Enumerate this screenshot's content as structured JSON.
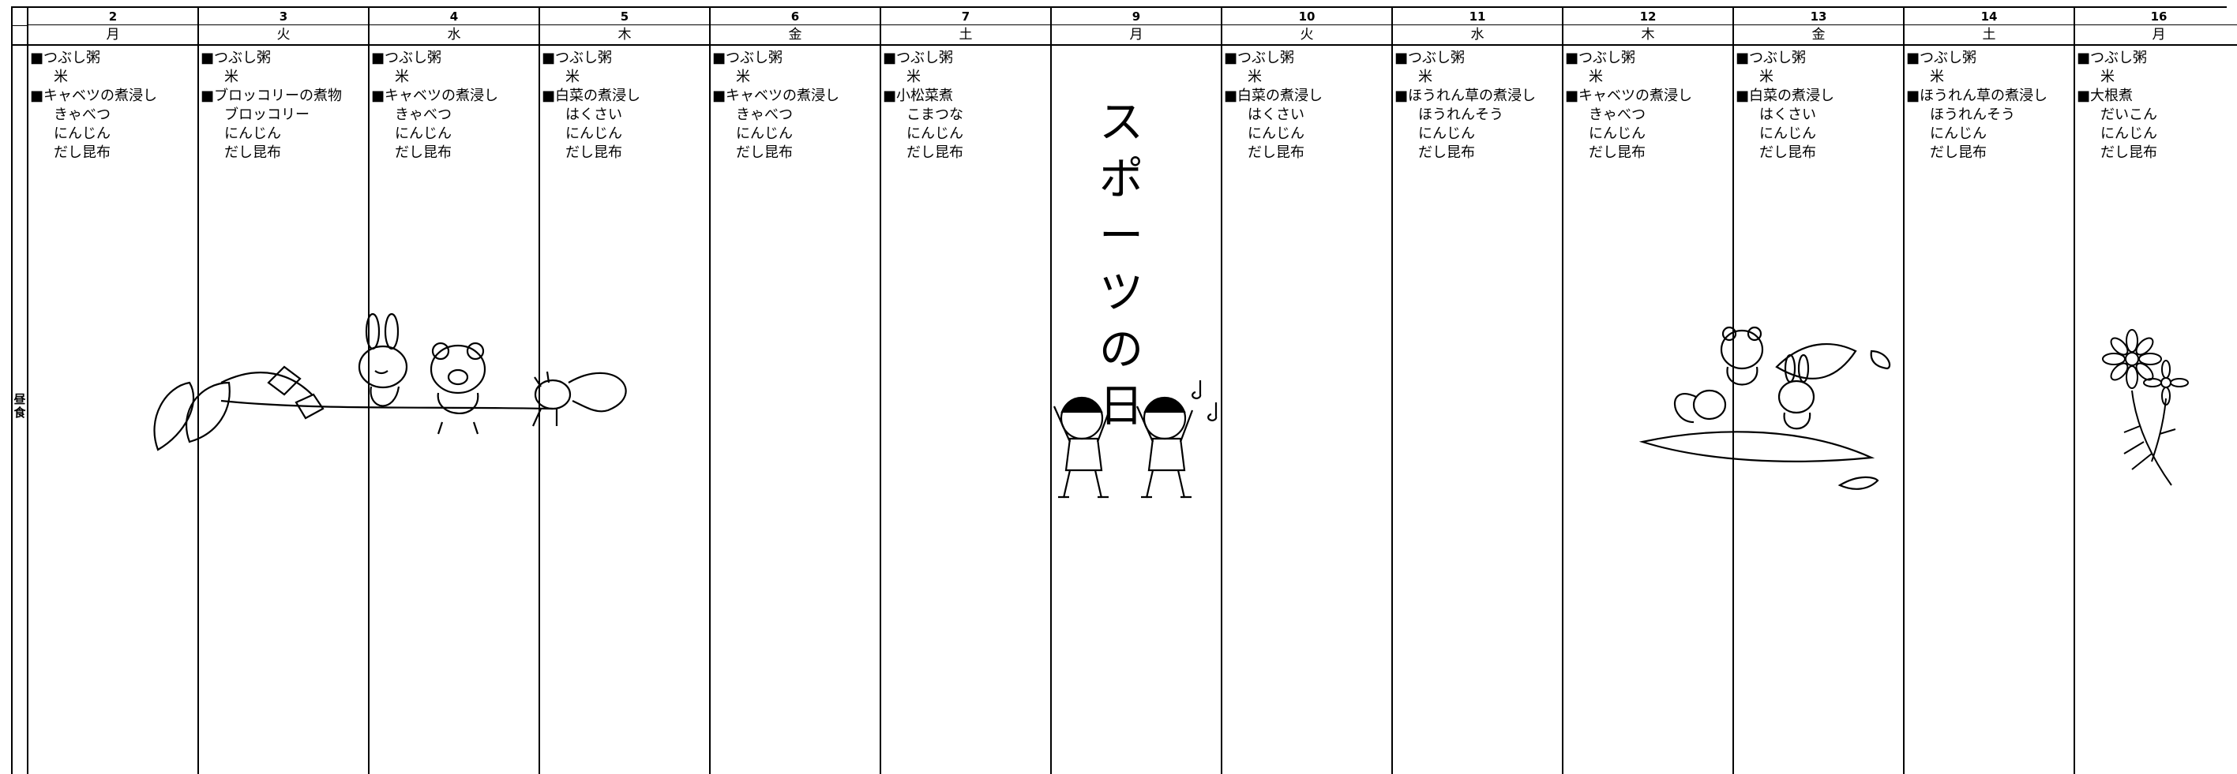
{
  "meal_label": "昼食",
  "holiday_label_chars": [
    "ス",
    "ポ",
    "ー",
    "ツ",
    "の",
    "日"
  ],
  "days": [
    {
      "date": "2",
      "weekday": "月",
      "items": [
        {
          "dish": "■つぶし粥",
          "ingredients": [
            "米"
          ]
        },
        {
          "dish": "■キャベツの煮浸し",
          "ingredients": [
            "きゃべつ",
            "にんじん",
            "だし昆布"
          ]
        }
      ]
    },
    {
      "date": "3",
      "weekday": "火",
      "items": [
        {
          "dish": "■つぶし粥",
          "ingredients": [
            "米"
          ]
        },
        {
          "dish": "■ブロッコリーの煮物",
          "ingredients": [
            "ブロッコリー",
            "にんじん",
            "だし昆布"
          ]
        }
      ]
    },
    {
      "date": "4",
      "weekday": "水",
      "items": [
        {
          "dish": "■つぶし粥",
          "ingredients": [
            "米"
          ]
        },
        {
          "dish": "■キャベツの煮浸し",
          "ingredients": [
            "きゃべつ",
            "にんじん",
            "だし昆布"
          ]
        }
      ]
    },
    {
      "date": "5",
      "weekday": "木",
      "items": [
        {
          "dish": "■つぶし粥",
          "ingredients": [
            "米"
          ]
        },
        {
          "dish": "■白菜の煮浸し",
          "ingredients": [
            "はくさい",
            "にんじん",
            "だし昆布"
          ]
        }
      ]
    },
    {
      "date": "6",
      "weekday": "金",
      "items": [
        {
          "dish": "■つぶし粥",
          "ingredients": [
            "米"
          ]
        },
        {
          "dish": "■キャベツの煮浸し",
          "ingredients": [
            "きゃべつ",
            "にんじん",
            "だし昆布"
          ]
        }
      ]
    },
    {
      "date": "7",
      "weekday": "土",
      "items": [
        {
          "dish": "■つぶし粥",
          "ingredients": [
            "米"
          ]
        },
        {
          "dish": "■小松菜煮",
          "ingredients": [
            "こまつな",
            "にんじん",
            "だし昆布"
          ]
        }
      ]
    },
    {
      "date": "9",
      "weekday": "月",
      "items": []
    },
    {
      "date": "10",
      "weekday": "火",
      "items": [
        {
          "dish": "■つぶし粥",
          "ingredients": [
            "米"
          ]
        },
        {
          "dish": "■白菜の煮浸し",
          "ingredients": [
            "はくさい",
            "にんじん",
            "だし昆布"
          ]
        }
      ]
    },
    {
      "date": "11",
      "weekday": "水",
      "items": [
        {
          "dish": "■つぶし粥",
          "ingredients": [
            "米"
          ]
        },
        {
          "dish": "■ほうれん草の煮浸し",
          "ingredients": [
            "ほうれんそう",
            "にんじん",
            "だし昆布"
          ]
        }
      ]
    },
    {
      "date": "12",
      "weekday": "木",
      "items": [
        {
          "dish": "■つぶし粥",
          "ingredients": [
            "米"
          ]
        },
        {
          "dish": "■キャベツの煮浸し",
          "ingredients": [
            "きゃべつ",
            "にんじん",
            "だし昆布"
          ]
        }
      ]
    },
    {
      "date": "13",
      "weekday": "金",
      "items": [
        {
          "dish": "■つぶし粥",
          "ingredients": [
            "米"
          ]
        },
        {
          "dish": "■白菜の煮浸し",
          "ingredients": [
            "はくさい",
            "にんじん",
            "だし昆布"
          ]
        }
      ]
    },
    {
      "date": "14",
      "weekday": "土",
      "items": [
        {
          "dish": "■つぶし粥",
          "ingredients": [
            "米"
          ]
        },
        {
          "dish": "■ほうれん草の煮浸し",
          "ingredients": [
            "ほうれんそう",
            "にんじん",
            "だし昆布"
          ]
        }
      ]
    },
    {
      "date": "16",
      "weekday": "月",
      "items": [
        {
          "dish": "■つぶし粥",
          "ingredients": [
            "米"
          ]
        },
        {
          "dish": "■大根煮",
          "ingredients": [
            "だいこん",
            "にんじん",
            "だし昆布"
          ]
        }
      ]
    }
  ],
  "illustrations": [
    "animals-tug-of-war-illustration",
    "children-exercising-illustration",
    "animals-on-leaf-illustration",
    "cosmos-flower-illustration"
  ]
}
